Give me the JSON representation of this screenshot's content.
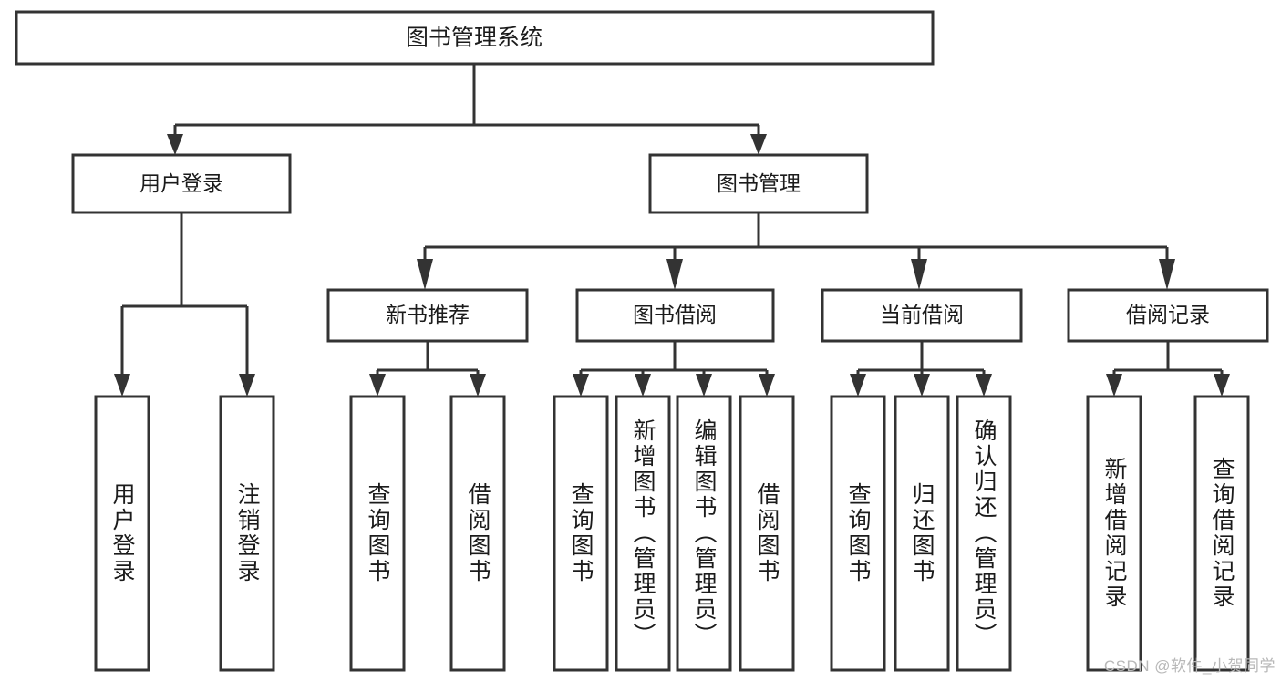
{
  "diagram": {
    "title": "图书管理系统",
    "type": "tree-hierarchy",
    "watermark": "CSDN @软件_小贺同学",
    "colors": {
      "stroke": "#333333",
      "fill": "#ffffff",
      "text": "#1b1b1b",
      "watermark": "#b8b8b8"
    },
    "root": {
      "label": "图书管理系统"
    },
    "level2": [
      {
        "label": "用户登录"
      },
      {
        "label": "图书管理"
      }
    ],
    "level3": [
      {
        "label": "新书推荐"
      },
      {
        "label": "图书借阅"
      },
      {
        "label": "当前借阅"
      },
      {
        "label": "借阅记录"
      }
    ],
    "leaves": {
      "user_login": [
        {
          "label": "用户登录"
        },
        {
          "label": "注销登录"
        }
      ],
      "new_book_recommend": [
        {
          "label": "查询图书"
        },
        {
          "label": "借阅图书"
        }
      ],
      "book_borrow": [
        {
          "label": "查询图书"
        },
        {
          "label": "新增图书（管理员）"
        },
        {
          "label": "编辑图书（管理员）"
        },
        {
          "label": "借阅图书"
        }
      ],
      "current_borrow": [
        {
          "label": "查询图书"
        },
        {
          "label": "归还图书"
        },
        {
          "label": "确认归还（管理员）"
        }
      ],
      "borrow_record": [
        {
          "label": "新增借阅记录"
        },
        {
          "label": "查询借阅记录"
        }
      ]
    }
  }
}
